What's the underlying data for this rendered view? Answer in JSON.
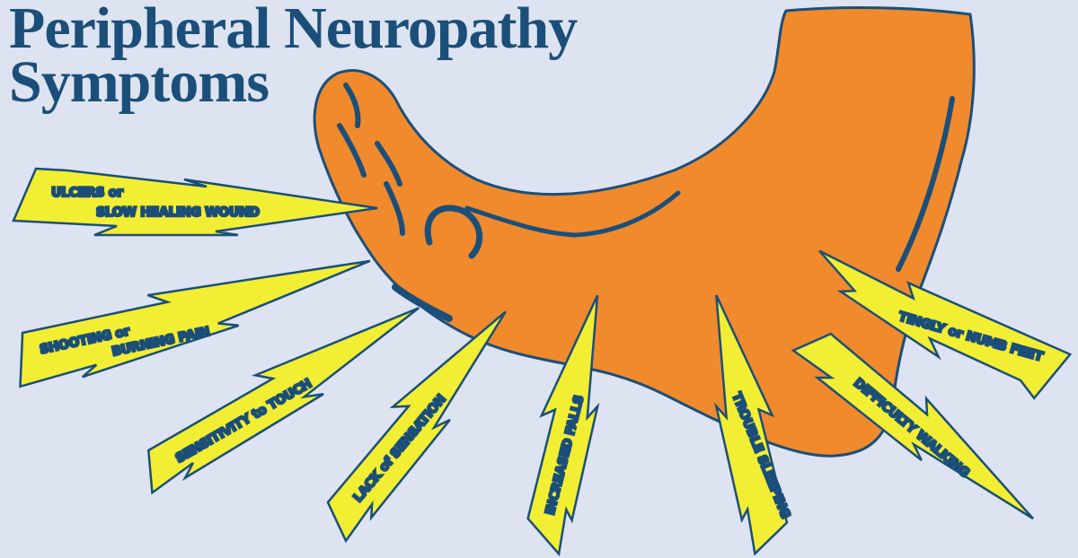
{
  "title": {
    "line1": "Peripheral Neuropathy",
    "line2": "Symptoms"
  },
  "symptoms": {
    "ulcers": {
      "line1": "ULCERS or",
      "line2": "SLOW HEALING WOUND"
    },
    "shooting": {
      "line1": "SHOOTING or",
      "line2": "BURNING PAIN"
    },
    "sensitivity": "SENSITIVITY to TOUCH",
    "lack": "LACK of SENSATION",
    "falls": "INCREASED FALLS",
    "sleeping": "TROUBLE SLEEPING",
    "walking": "DIFFICULTY WALKING",
    "tingly": "TINGLY or NUMB FEET"
  },
  "colors": {
    "background": "#dde3f0",
    "foot": "#f08a2c",
    "outline": "#1b4f7a",
    "bolt": "#f2ee33"
  }
}
